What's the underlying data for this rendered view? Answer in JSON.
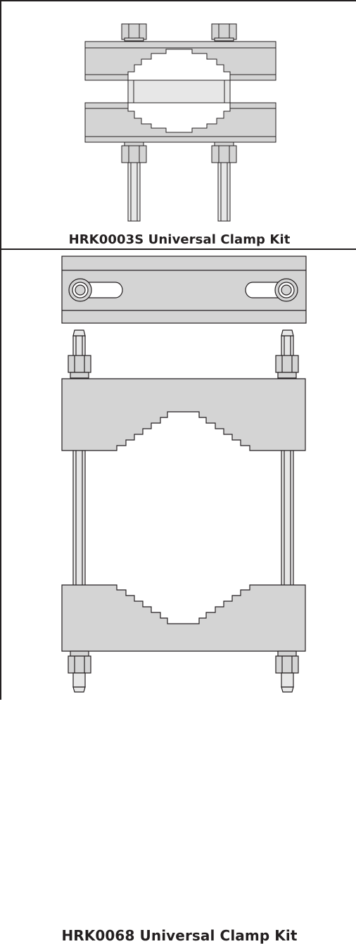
{
  "panels": [
    {
      "caption": "HRK0003S Universal Clamp Kit",
      "drawing": "clamp-side-view-short-studs"
    },
    {
      "caption": "HRK0068 Universal Clamp Kit",
      "drawing": "clamp-top-and-side-view-long-studs"
    }
  ],
  "colors": {
    "line": "#231f20",
    "metal_fill": "#d4d4d4",
    "thread_fill": "#e7e7e7",
    "background": "#ffffff"
  }
}
